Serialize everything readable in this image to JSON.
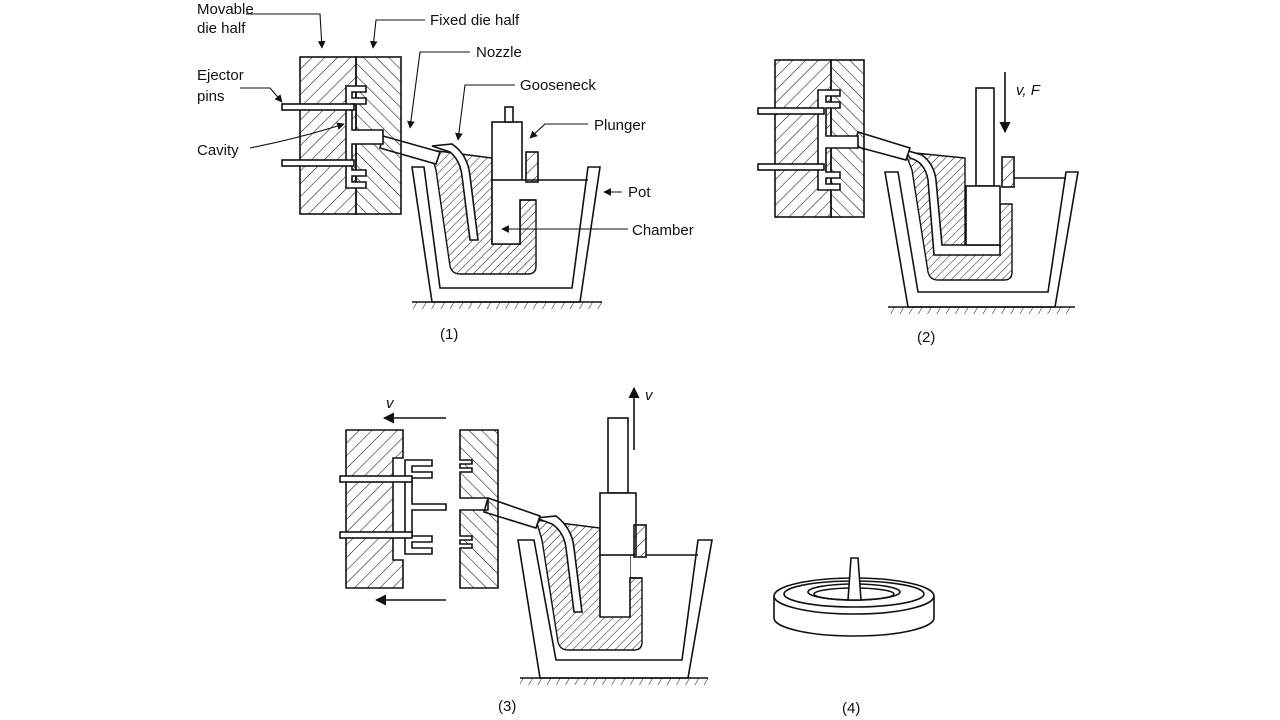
{
  "figure": {
    "title": "Hot-chamber die casting cycle",
    "panels": [
      {
        "id": "1",
        "caption": "(1)"
      },
      {
        "id": "2",
        "caption": "(2)"
      },
      {
        "id": "3",
        "caption": "(3)"
      },
      {
        "id": "4",
        "caption": "(4)"
      }
    ],
    "labels": {
      "movable_die_half_line1": "Movable",
      "movable_die_half_line2": "die half",
      "fixed_die_half": "Fixed die half",
      "nozzle": "Nozzle",
      "gooseneck": "Gooseneck",
      "ejector_pins_line1": "Ejector",
      "ejector_pins_line2": "pins",
      "cavity": "Cavity",
      "plunger": "Plunger",
      "pot": "Pot",
      "chamber": "Chamber"
    },
    "annotations": {
      "panel2_force": "v, F",
      "panel3_plunger_velocity": "v",
      "panel3_die_velocity": "v"
    }
  }
}
